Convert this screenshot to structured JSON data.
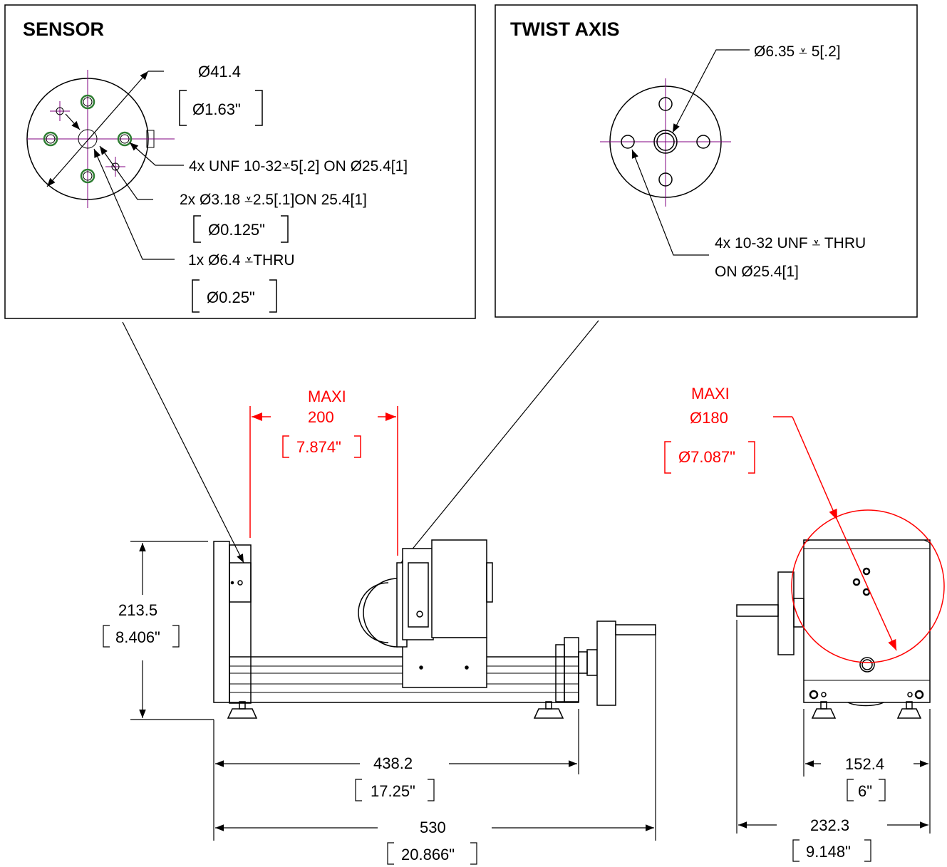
{
  "sensor_panel": {
    "title": "SENSOR",
    "diameter_mm": "Ø41.4",
    "diameter_in": "Ø1.63\"",
    "note_tapped": "4x UNF 10-32⩡5[.2] ON Ø25.4[1]",
    "note_pins": "2x  Ø3.18 ⩡2.5[.1]ON 25.4[1]",
    "pins_in": "Ø0.125\"",
    "note_center": "1x  Ø6.4 ⩡THRU",
    "center_in": "Ø0.25\""
  },
  "twist_panel": {
    "title": "TWIST AXIS",
    "center_note": "Ø6.35 ⩡ 5[.2]",
    "holes_note_1": "4x 10-32 UNF ⩡ THRU",
    "holes_note_2": "ON Ø25.4[1]"
  },
  "front_view": {
    "max_label": "MAXI",
    "max_value": "200",
    "max_in": "7.874\"",
    "height_mm": "213.5",
    "height_in": "8.406\"",
    "width_inner_mm": "438.2",
    "width_inner_in": "17.25\"",
    "width_outer_mm": "530",
    "width_outer_in": "20.866\""
  },
  "side_view": {
    "max_label": "MAXI",
    "max_dia": "Ø180",
    "max_dia_in": "Ø7.087\"",
    "base_mm": "152.4",
    "base_in": "6\"",
    "overall_mm": "232.3",
    "overall_in": "9.148\""
  },
  "colors": {
    "line": "#000000",
    "dimension_red": "#ff0000",
    "centerline": "#800080",
    "hole_ring": "#2e7d32"
  }
}
